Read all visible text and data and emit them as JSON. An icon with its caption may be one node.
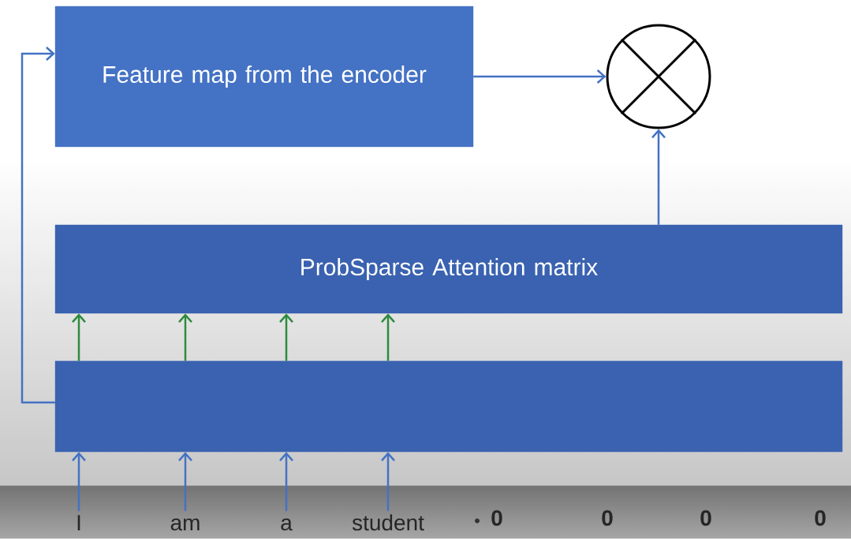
{
  "diagram": {
    "nodes": [
      {
        "text": [
          "Feature map from the encoder"
        ]
      },
      {
        "text": [],
        "shape": "circle"
      },
      {
        "text": [
          "ProbSparse Attention matrix"
        ]
      },
      {
        "text": [],
        "shape": "box"
      },
      {
        "text": [
          "I"
        ]
      },
      {
        "text": [
          "am"
        ]
      },
      {
        "text": [
          "a"
        ]
      },
      {
        "text": [
          "student"
        ]
      }
    ],
    "edges": [
      {
        "from": 0,
        "to": 1,
        "arrow": "to"
      },
      {
        "from": 2,
        "to": 1,
        "arrow": "to"
      },
      {
        "from": 3,
        "to": 0,
        "arrow": "to"
      },
      {
        "from": 4,
        "to": 3,
        "arrow": "to"
      },
      {
        "from": 5,
        "to": 3,
        "arrow": "to"
      },
      {
        "from": 6,
        "to": 3,
        "arrow": "to"
      },
      {
        "from": 7,
        "to": 3,
        "arrow": "to"
      },
      {
        "from": 3,
        "to": 2,
        "arrow": "to",
        "color": "#2e8b3e"
      },
      {
        "from": 3,
        "to": 2,
        "arrow": "to",
        "color": "#2e8b3e"
      },
      {
        "from": 3,
        "to": 2,
        "arrow": "to",
        "color": "#2e8b3e"
      },
      {
        "from": 3,
        "to": 2,
        "arrow": "to",
        "color": "#2e8b3e"
      }
    ],
    "labels": [
      "0",
      "0",
      "0",
      "0"
    ]
  }
}
